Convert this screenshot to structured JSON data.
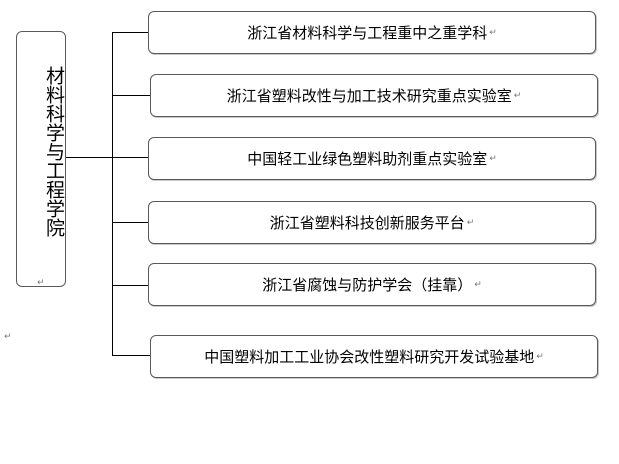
{
  "root": {
    "label": "材料科学与工程学院",
    "mark": "↵"
  },
  "nodes": [
    {
      "label": "浙江省材料科学与工程重中之重学科",
      "mark": "↵"
    },
    {
      "label": "浙江省塑料改性与加工技术研究重点实验室",
      "mark": "↵"
    },
    {
      "label": "中国轻工业绿色塑料助剂重点实验室",
      "mark": "↵"
    },
    {
      "label": "浙江省塑料科技创新服务平台",
      "mark": "↵"
    },
    {
      "label": "浙江省腐蚀与防护学会（挂靠）",
      "mark": "↵"
    },
    {
      "label": "中国塑料加工工业协会改性塑料研究开发试验基地",
      "mark": "↵"
    }
  ],
  "stray_mark": "↵"
}
